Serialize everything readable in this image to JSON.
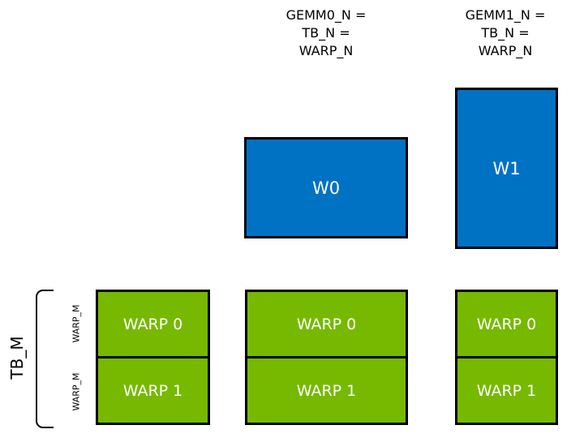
{
  "diagram": {
    "top_labels": {
      "gemm0": "GEMM0_N =\nTB_N =\nWARP_N",
      "gemm1": "GEMM1_N =\nTB_N =\nWARP_N"
    },
    "blue_boxes": [
      {
        "label": "W0"
      },
      {
        "label": "W1"
      }
    ],
    "warp_columns": [
      {
        "rows": [
          "WARP 0",
          "WARP 1"
        ]
      },
      {
        "rows": [
          "WARP 0",
          "WARP 1"
        ]
      },
      {
        "rows": [
          "WARP 0",
          "WARP 1"
        ]
      }
    ],
    "left_axis": {
      "tb_m": "TB_M",
      "warp_m_top": "WARP_M",
      "warp_m_bottom": "WARP_M"
    },
    "colors": {
      "blue": "#0072C4",
      "green": "#76B900",
      "border": "#000000",
      "box_text": "#FFFFFF",
      "label_text": "#000000"
    }
  }
}
